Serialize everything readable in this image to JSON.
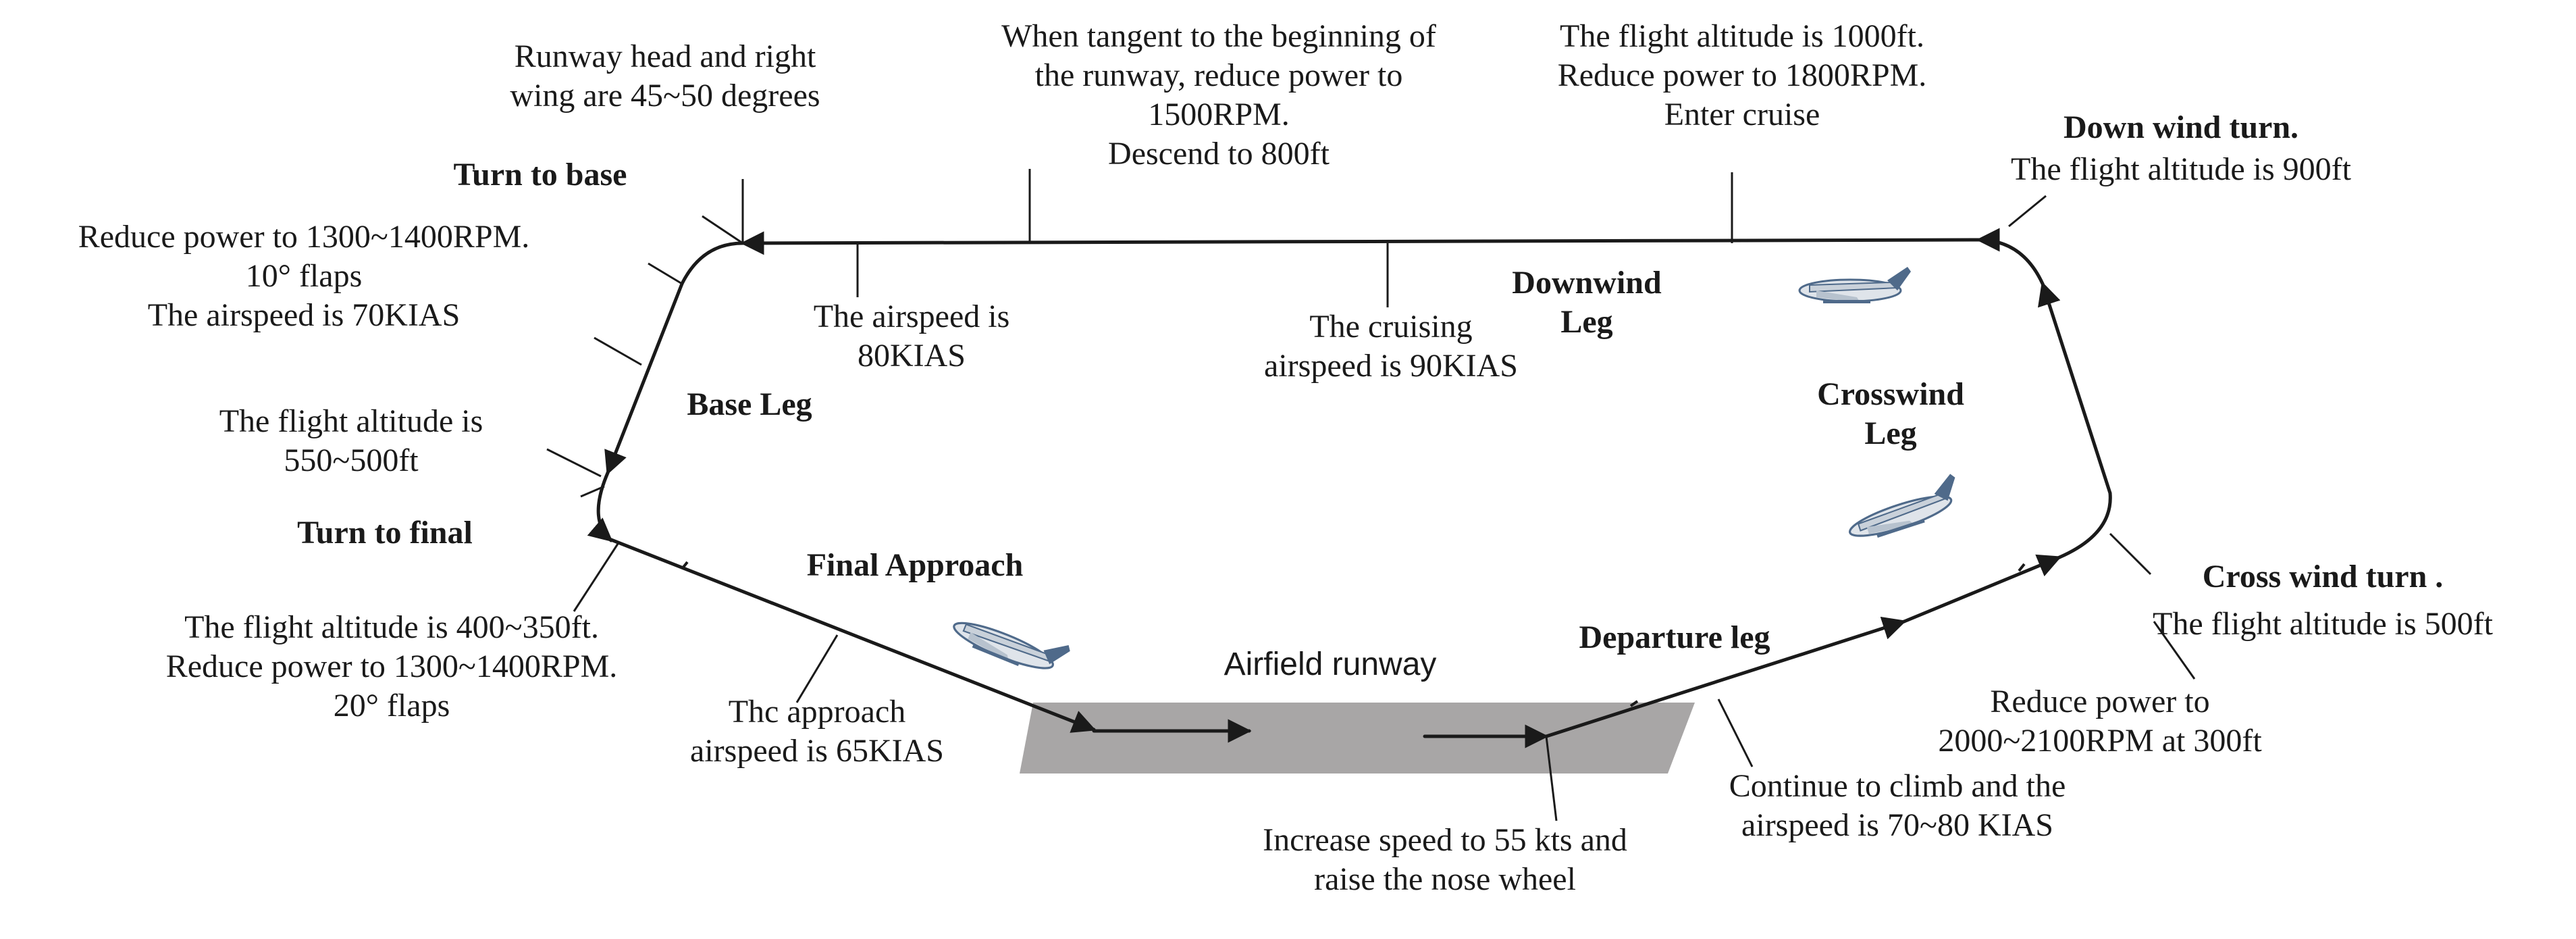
{
  "colors": {
    "path": "#1a1a1a",
    "runway": "#a8a6a6",
    "plane_body": "#dfe4ea",
    "plane_accent": "#4f6a8a",
    "text": "#1a1a1a"
  },
  "legs": {
    "downwind": [
      "Downwind",
      "Leg"
    ],
    "crosswind": [
      "Crosswind",
      "Leg"
    ],
    "base": "Base Leg",
    "final": "Final Approach",
    "departure": "Departure leg"
  },
  "turns": {
    "base": "Turn to base",
    "final": "Turn to final",
    "downwind": "Down wind turn.",
    "crosswind": "Cross wind turn ."
  },
  "runway": {
    "label": "Airfield runway"
  },
  "notes": {
    "runway_angle": [
      "Runway head and right",
      "wing are 45~50 degrees"
    ],
    "tangent": [
      "When tangent to the beginning of",
      "the runway, reduce power to",
      "1500RPM.",
      "Descend to 800ft"
    ],
    "cruise_enter": [
      "The flight altitude is 1000ft.",
      "Reduce power to 1800RPM.",
      "Enter cruise"
    ],
    "downwind_alt": "The flight altitude is 900ft",
    "base_power": [
      "Reduce power to 1300~1400RPM.",
      "10° flaps",
      "The airspeed is 70KIAS"
    ],
    "airspeed_80": [
      "The airspeed is",
      "80KIAS"
    ],
    "cruise_speed": [
      "The cruising",
      "airspeed is 90KIAS"
    ],
    "final_alt": [
      "The flight altitude is",
      "550~500ft"
    ],
    "final_power": [
      "The flight altitude is 400~350ft.",
      "Reduce power to 1300~1400RPM.",
      "20° flaps"
    ],
    "approach_speed": [
      "Thc approach",
      "airspeed is 65KIAS"
    ],
    "crosswind_alt": "The flight altitude is 500ft",
    "climb_power": [
      "Reduce power to",
      "2000~2100RPM at 300ft"
    ],
    "climb_speed": [
      "Continue to climb and the",
      "airspeed is 70~80 KIAS"
    ],
    "rotate": [
      "Increase speed to 55 kts and",
      "raise the nose wheel"
    ]
  },
  "icons": [
    "airplane-icon",
    "airplane-icon",
    "airplane-icon"
  ]
}
